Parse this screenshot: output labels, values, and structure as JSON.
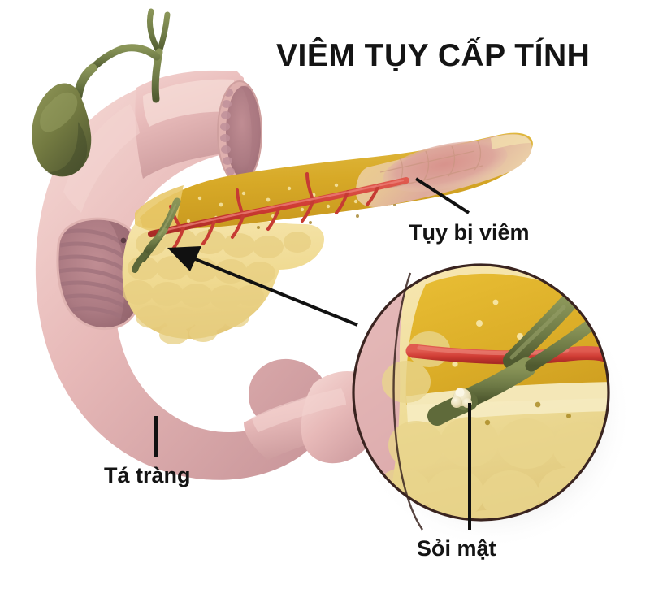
{
  "title": {
    "text": "VIÊM TỤY CẤP TÍNH"
  },
  "labels": {
    "pancreas": "Tụy bị viêm",
    "duodenum": "Tá tràng",
    "gallstone": "Sỏi mật"
  },
  "illustration": {
    "subject": "acute-pancreatitis-anatomy",
    "background_color": "#ffffff",
    "parts": [
      {
        "name": "gallbladder",
        "label_key": null,
        "color": "#737a41",
        "description": "pear-shaped olive-green gallbladder at upper left"
      },
      {
        "name": "cystic-and-hepatic-ducts",
        "color": "#7d8448",
        "description": "green branching bile ducts above the duodenum"
      },
      {
        "name": "duodenum",
        "label_key": "duodenum",
        "color": "#e3b4b4",
        "lumen_color": "#b9848b",
        "description": "pink C-shaped duodenum with cut end and cut-away window showing circular mucosal folds"
      },
      {
        "name": "pancreas-body",
        "color": "#d9ae2e",
        "lobule_color": "#f2dc99",
        "description": "yellow pancreas lying behind the duodenum"
      },
      {
        "name": "pancreas-tail-inflamed",
        "label_key": "pancreas",
        "color": "#dc9c93",
        "description": "reddened inflamed lobules at the pancreatic tail"
      },
      {
        "name": "pancreatic-duct",
        "color": "#cf3b33",
        "description": "red duct running the length of the pancreas with side branches"
      },
      {
        "name": "common-bile-duct",
        "color": "#6e7a46",
        "description": "green common bile duct entering the pancreatic head"
      },
      {
        "name": "magnifier-inset",
        "color": "#e3b4b4",
        "outline_color": "#3a2420",
        "description": "circular magnified cross-section of the ampulla at lower right"
      },
      {
        "name": "gallstone",
        "label_key": "gallstone",
        "color": "#efe6c4",
        "description": "small pale stone lodged in the cut end of the bile duct inside the inset"
      }
    ],
    "leaders": [
      {
        "name": "pancreas-leader",
        "target": "pancreas-tail-inflamed",
        "style": "diagonal-line"
      },
      {
        "name": "duodenum-leader",
        "target": "duodenum",
        "style": "vertical-line"
      },
      {
        "name": "gallstone-leader",
        "target": "gallstone",
        "style": "vertical-line"
      },
      {
        "name": "ampulla-arrow",
        "target": "common-bile-duct",
        "style": "arrow"
      }
    ]
  }
}
